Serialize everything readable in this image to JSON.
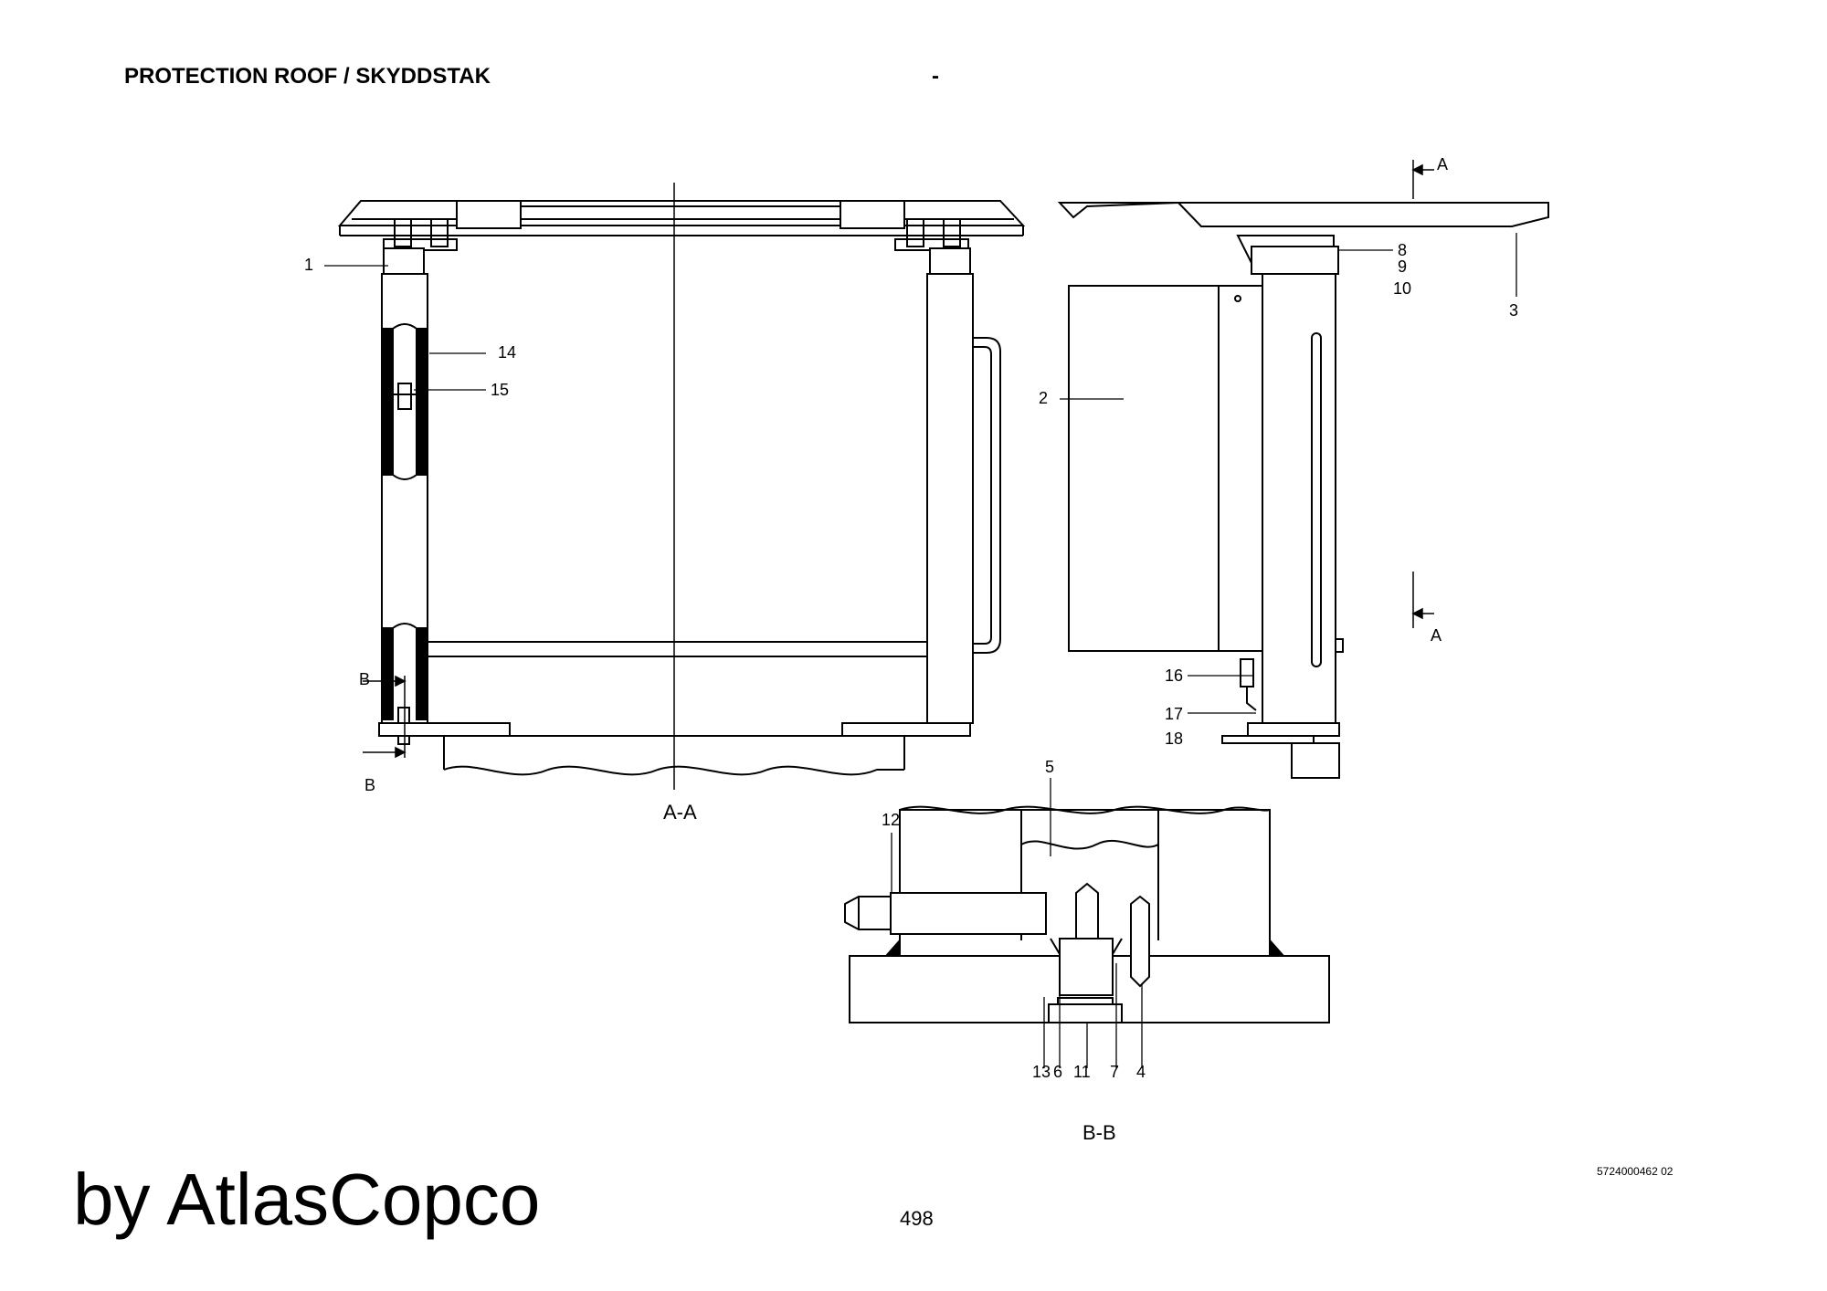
{
  "header": {
    "title": "PROTECTION ROOF / SKYDDSTAK",
    "dash": "-"
  },
  "callouts": {
    "c1": "1",
    "c2": "2",
    "c3": "3",
    "c4": "4",
    "c5": "5",
    "c6": "6",
    "c7": "7",
    "c8": "8",
    "c9": "9",
    "c10": "10",
    "c11": "11",
    "c12": "12",
    "c13": "13",
    "c14": "14",
    "c15": "15",
    "c16": "16",
    "c17": "17",
    "c18": "18"
  },
  "section_marks": {
    "a_top": "A",
    "a_bottom": "A",
    "b_top": "B",
    "b_bottom": "B"
  },
  "view_labels": {
    "aa": "A-A",
    "bb": "B-B"
  },
  "footer": {
    "brand": "by AtlasCopco",
    "page": "498",
    "doc_number": "5724000462 02"
  }
}
